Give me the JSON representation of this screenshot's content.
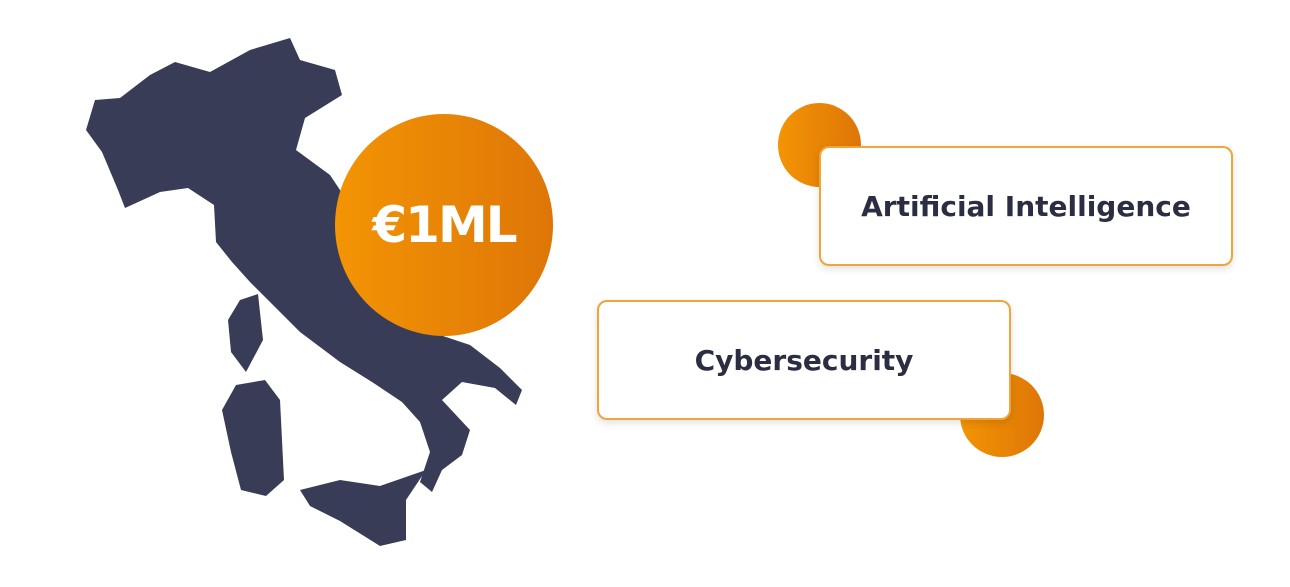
{
  "badge": {
    "amount": "€1ML"
  },
  "topics": [
    {
      "label": "Artificial Intelligence"
    },
    {
      "label": "Cybersecurity"
    }
  ],
  "colors": {
    "map": "#383c56",
    "accent_start": "#f39404",
    "accent_end": "#de7607",
    "text": "#2b2d42",
    "card_border": "#f0a43a"
  }
}
